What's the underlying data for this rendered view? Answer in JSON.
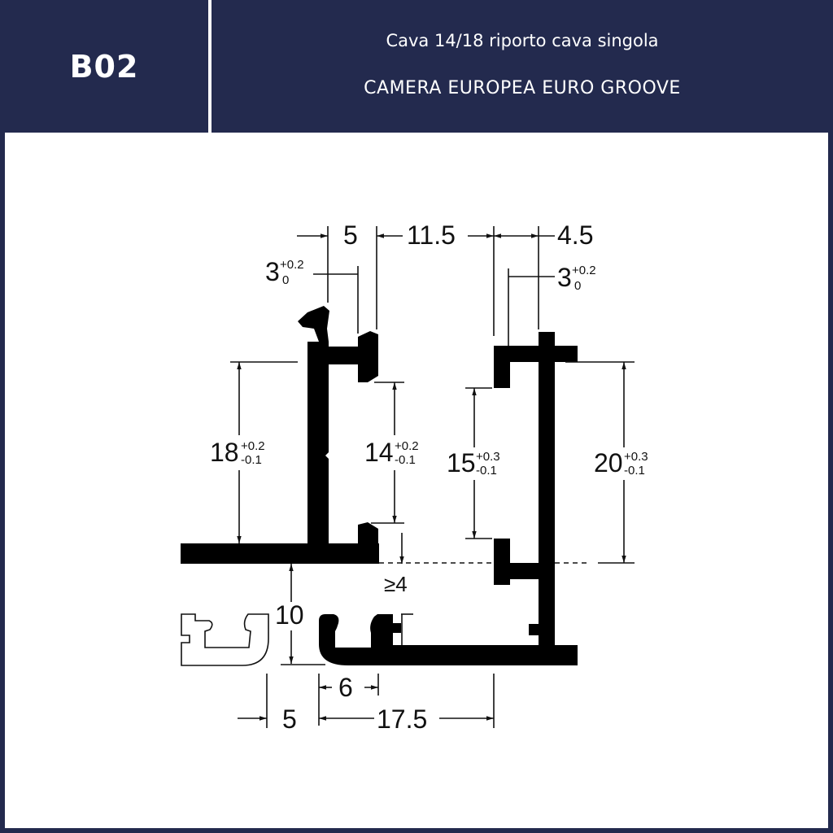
{
  "header": {
    "code": "B02",
    "title_line1": "Cava 14/18 riporto cava singola",
    "title_line2": "CAMERA EUROPEA EURO GROOVE"
  },
  "colors": {
    "header_bg": "#232a4e",
    "header_text": "#ffffff",
    "drawing": "#000000",
    "canvas_bg": "#ffffff"
  },
  "drawing": {
    "top_dims": {
      "left_width": "5",
      "gap": "11.5",
      "right_width": "4.5"
    },
    "groove_left": {
      "value": "3",
      "tol_upper": "+0.2",
      "tol_lower": "0"
    },
    "groove_right": {
      "value": "3",
      "tol_upper": "+0.2",
      "tol_lower": "0"
    },
    "height_18": {
      "value": "18",
      "tol_upper": "+0.2",
      "tol_lower": "-0.1"
    },
    "height_14": {
      "value": "14",
      "tol_upper": "+0.2",
      "tol_lower": "-0.1"
    },
    "height_15": {
      "value": "15",
      "tol_upper": "+0.3",
      "tol_lower": "-0.1"
    },
    "height_20": {
      "value": "20",
      "tol_upper": "+0.3",
      "tol_lower": "-0.1"
    },
    "min_gap": "≥4",
    "offset_10": "10",
    "bottom_dims": {
      "width_6": "6",
      "offset_5": "5",
      "width_17_5": "17.5"
    }
  }
}
